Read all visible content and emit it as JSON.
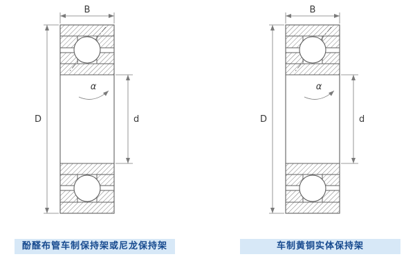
{
  "diagrams": [
    {
      "labels": {
        "width": "B",
        "outer_diameter": "D",
        "bore_diameter": "d",
        "contact_angle": "α"
      },
      "caption": "酚醛布管车制保持架或尼龙保持架"
    },
    {
      "labels": {
        "width": "B",
        "outer_diameter": "D",
        "bore_diameter": "d",
        "contact_angle": "α"
      },
      "caption": "车制黄铜实体保持架"
    }
  ],
  "colors": {
    "drawing_line": "#5f5f5f",
    "caption_background": "#d7e8f7",
    "caption_text": "#174a8f"
  }
}
